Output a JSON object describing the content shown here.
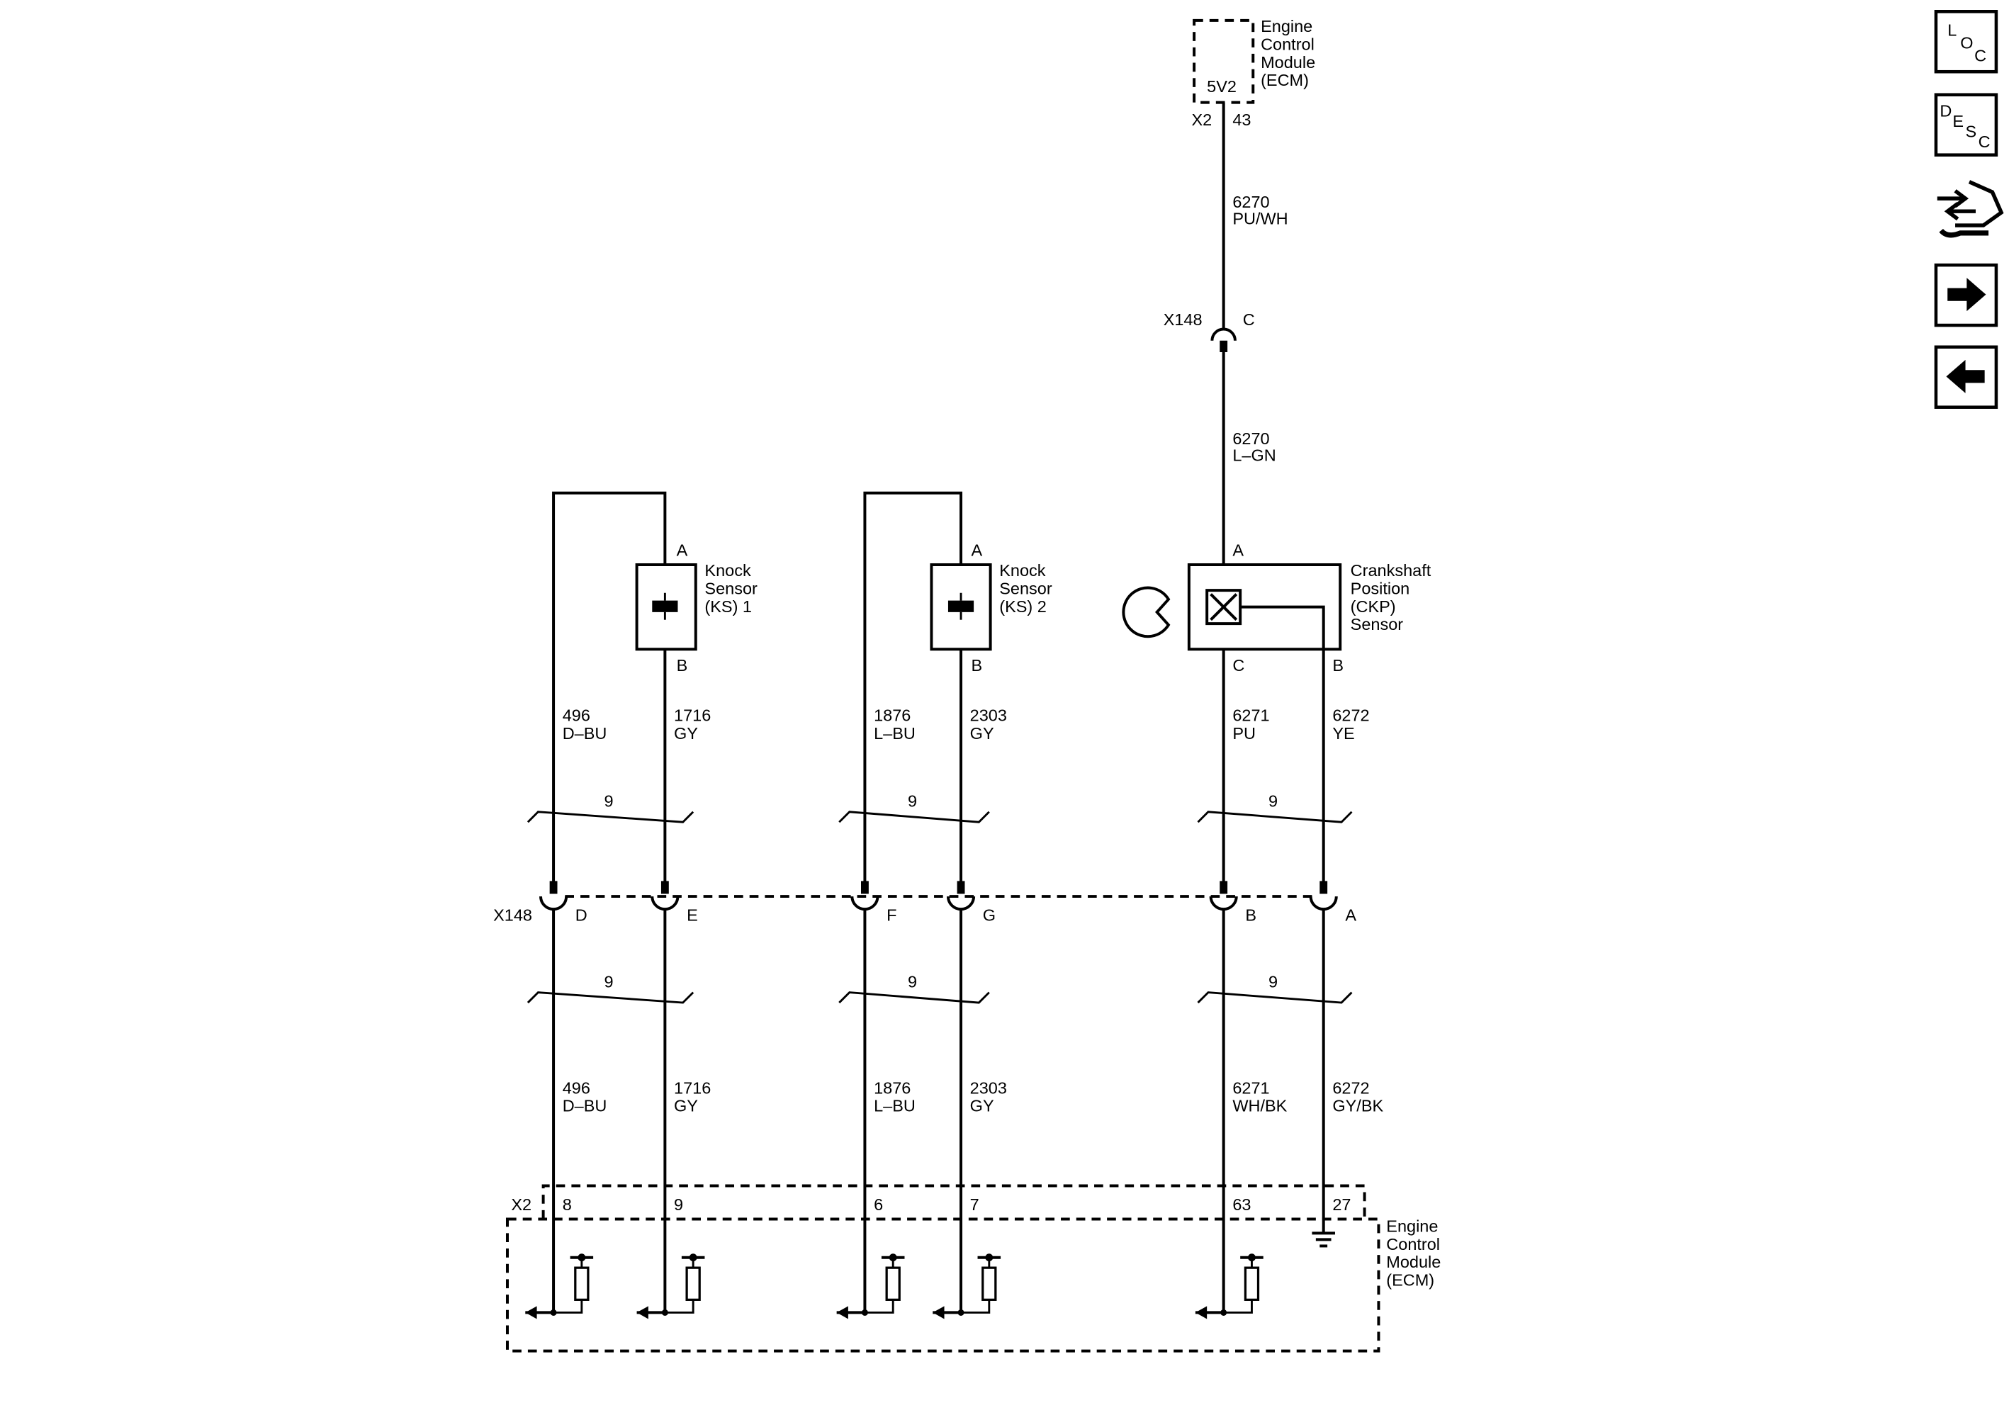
{
  "ecm_top": {
    "label": [
      "Engine",
      "Control",
      "Module",
      "(ECM)"
    ],
    "terminal": "5V2",
    "connector": "X2",
    "pin": "43"
  },
  "supply_upper": {
    "circuit": "6270",
    "color": "PU/WH"
  },
  "supply_inline": {
    "connector": "X148",
    "pin": "C"
  },
  "supply_lower": {
    "circuit": "6270",
    "color": "L–GN"
  },
  "knock_sensor_1": {
    "label": [
      "Knock",
      "Sensor",
      "(KS) 1"
    ],
    "pin_top": "A",
    "pin_bottom": "B"
  },
  "knock_sensor_2": {
    "label": [
      "Knock",
      "Sensor",
      "(KS) 2"
    ],
    "pin_top": "A",
    "pin_bottom": "B"
  },
  "ckp_sensor": {
    "label": [
      "Crankshaft",
      "Position",
      "(CKP)",
      "Sensor"
    ],
    "pin_a": "A",
    "pin_c": "C",
    "pin_b": "B"
  },
  "twisted_pair_label": "9",
  "inline_connector": {
    "name": "X148"
  },
  "ecm_bottom": {
    "connector": "X2",
    "label": [
      "Engine",
      "Control",
      "Module",
      "(ECM)"
    ]
  },
  "wires": [
    {
      "upper_circuit": "496",
      "upper_color": "D–BU",
      "inline_pin": "D",
      "lower_circuit": "496",
      "lower_color": "D–BU",
      "ecm_pin": "8"
    },
    {
      "upper_circuit": "1716",
      "upper_color": "GY",
      "inline_pin": "E",
      "lower_circuit": "1716",
      "lower_color": "GY",
      "ecm_pin": "9"
    },
    {
      "upper_circuit": "1876",
      "upper_color": "L–BU",
      "inline_pin": "F",
      "lower_circuit": "1876",
      "lower_color": "L–BU",
      "ecm_pin": "6"
    },
    {
      "upper_circuit": "2303",
      "upper_color": "GY",
      "inline_pin": "G",
      "lower_circuit": "2303",
      "lower_color": "GY",
      "ecm_pin": "7"
    },
    {
      "upper_circuit": "6271",
      "upper_color": "PU",
      "inline_pin": "B",
      "lower_circuit": "6271",
      "lower_color": "WH/BK",
      "ecm_pin": "63"
    },
    {
      "upper_circuit": "6272",
      "upper_color": "YE",
      "inline_pin": "A",
      "lower_circuit": "6272",
      "lower_color": "GY/BK",
      "ecm_pin": "27"
    }
  ],
  "nav": {
    "loc": [
      "L",
      "O",
      "C"
    ],
    "desc": [
      "D",
      "E",
      "S",
      "C"
    ],
    "icons": [
      "connector-view-icon",
      "next-arrow-icon",
      "previous-arrow-icon"
    ]
  }
}
